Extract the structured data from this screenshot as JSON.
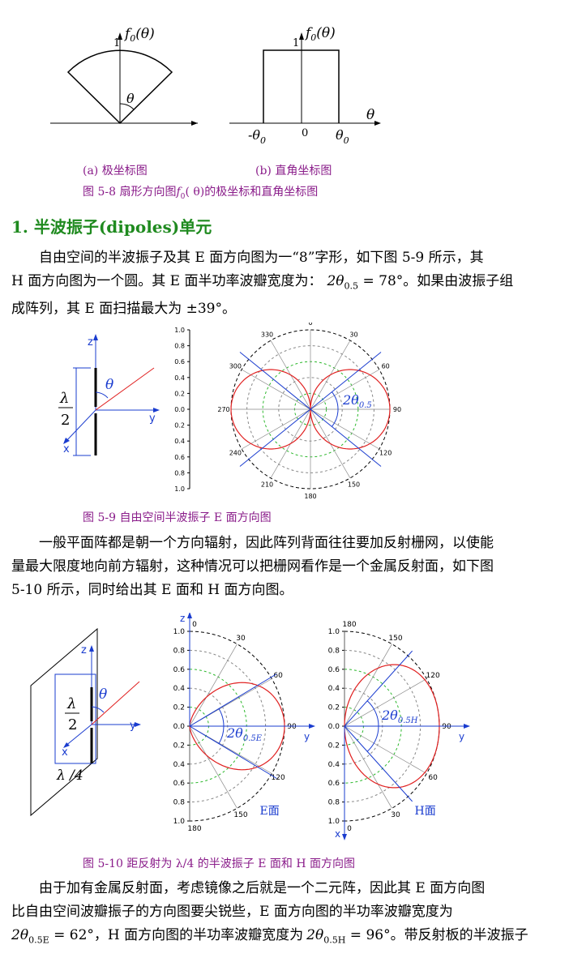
{
  "fig58": {
    "polar": {
      "ylabel": "f",
      "ylabel_sub": "0",
      "ylabel_arg": "(θ)",
      "tick_one": "1",
      "angle_symbol": "θ"
    },
    "rect": {
      "ylabel": "f",
      "ylabel_sub": "0",
      "ylabel_arg": "(θ)",
      "tick_one": "1",
      "xlabel": "θ",
      "neg_theta": "-θ",
      "neg_theta_sub": "0",
      "zero": "0",
      "pos_theta": "θ",
      "pos_theta_sub": "0"
    },
    "sub_a": "(a)  极坐标图",
    "sub_b": "(b)  直角坐标图",
    "caption_pre": "图 5-8  扇形方向图",
    "caption_f": "f",
    "caption_sub": "0",
    "caption_post": "( θ)的极坐标和直角坐标图"
  },
  "section": {
    "heading": "1.  半波振子(dipoles)单元"
  },
  "para1": {
    "line1": "自由空间的半波振子及其 E 面方向图为一“8”字形，如下图 5-9 所示，其",
    "line2_pre": "H 面方向图为一个圆。其 E 面半功率波瓣宽度为：",
    "formula_coef": "2θ",
    "formula_sub": "0.5",
    "formula_val": " = 78°",
    "line2_post": "。如果由波振子组",
    "line3": "成阵列，其 E 面扫描最大为 ±39°。"
  },
  "fig59": {
    "dipole": {
      "z": "z",
      "y": "y",
      "x": "x",
      "theta": "θ",
      "lambda": "λ",
      "two": "2"
    },
    "chart_data": {
      "type": "polar",
      "radial_ticks": [
        "1.0",
        "0.8",
        "0.6",
        "0.4",
        "0.2",
        "0.0",
        "0.2",
        "0.4",
        "0.6",
        "0.8",
        "1.0"
      ],
      "angle_labels": [
        "0",
        "30",
        "60",
        "90",
        "120",
        "150",
        "180",
        "210",
        "240",
        "270",
        "300",
        "330"
      ],
      "pattern": "sin(theta)",
      "beamwidth_label": "2θ",
      "beamwidth_sub": "0.5",
      "beamwidth_deg": 78
    },
    "caption": "图 5-9  自由空间半波振子 E 面方向图"
  },
  "para2": {
    "line1": "一般平面阵都是朝一个方向辐射，因此阵列背面往往要加反射栅网，以使能",
    "line2": "量最大限度地向前方辐射，这种情况可以把栅网看作是一个金属反射面，如下图",
    "line3": "5-10 所示，同时给出其 E 面和 H 面方向图。"
  },
  "fig510": {
    "reflector": {
      "z": "z",
      "y": "y",
      "x": "x",
      "theta": "θ",
      "lambda": "λ",
      "two": "2",
      "quarter": "λ /4"
    },
    "chart_data": [
      {
        "type": "polar-half",
        "name": "E面",
        "radial_ticks": [
          "1.0",
          "0.8",
          "0.6",
          "0.4",
          "0.2",
          "0.0",
          "0.2",
          "0.4",
          "0.6",
          "0.8",
          "1.0"
        ],
        "angle_labels": [
          "0",
          "30",
          "60",
          "90",
          "120",
          "150",
          "180"
        ],
        "axis_labels": {
          "top": "z",
          "right": "y"
        },
        "beamwidth_label": "2θ",
        "beamwidth_sub": "0.5E",
        "beamwidth_deg": 62
      },
      {
        "type": "polar-half",
        "name": "H面",
        "radial_ticks": [
          "1.0",
          "0.8",
          "0.6",
          "0.4",
          "0.2",
          "0.0",
          "0.2",
          "0.4",
          "0.6",
          "0.8",
          "1.0"
        ],
        "angle_labels": [
          "180",
          "150",
          "120",
          "90",
          "60",
          "30",
          "0"
        ],
        "axis_labels": {
          "bottom": "x",
          "right": "y"
        },
        "beamwidth_label": "2θ",
        "beamwidth_sub": "0.5H",
        "beamwidth_deg": 96
      }
    ],
    "caption": "图 5-10  距反射为 λ/4 的半波振子 E 面和 H 面方向图"
  },
  "para3": {
    "line1": "由于加有金属反射面，考虑镜像之后就是一个二元阵，因此其  E  面方向图",
    "line2": "比自由空间波瓣振子的方向图要尖锐些，E  面方向图的半功率波瓣宽度为",
    "f1_coef": "2θ",
    "f1_sub": "0.5E",
    "f1_val": " = 62°",
    "mid": "，H 面方向图的半功率波瓣宽度为",
    "f2_coef": "2θ",
    "f2_sub": "0.5H",
    "f2_val": " = 96°",
    "tail": "。带反射板的半波振子"
  }
}
